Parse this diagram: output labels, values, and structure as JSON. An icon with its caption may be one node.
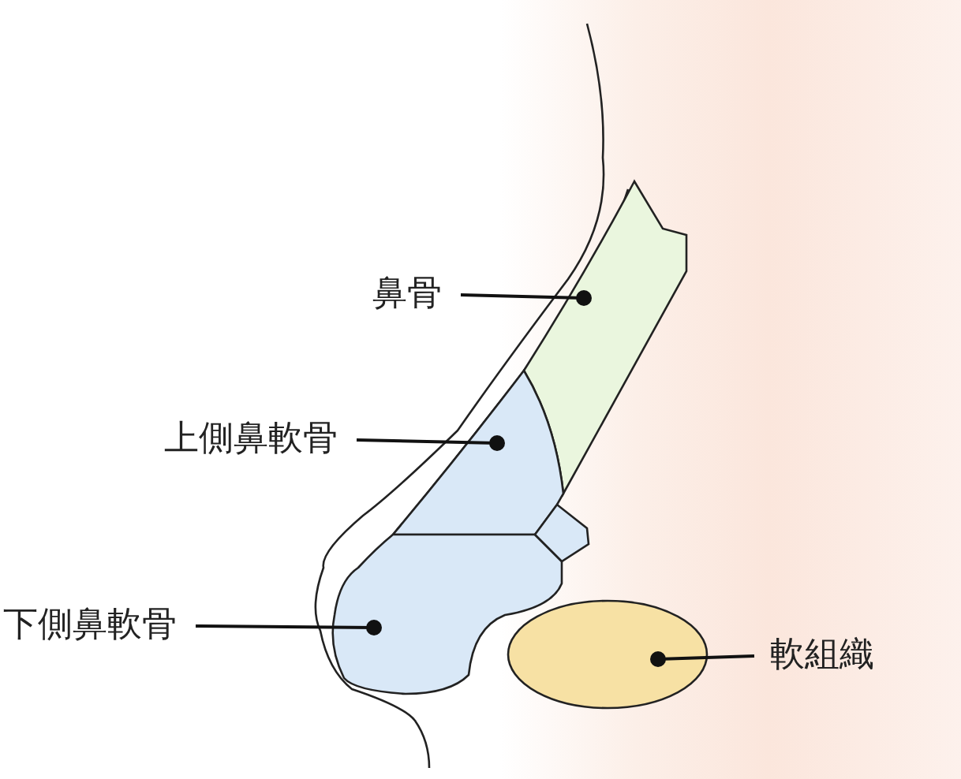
{
  "diagram": {
    "nodes": [
      {
        "text": [
          "鼻骨"
        ]
      },
      {
        "text": [],
        "shape": "polygon"
      },
      {
        "text": [
          "上側鼻軟骨"
        ]
      },
      {
        "text": [],
        "shape": "polygon"
      },
      {
        "text": [
          "下側鼻軟骨"
        ]
      },
      {
        "text": [],
        "shape": "polygon"
      },
      {
        "text": [
          "軟組織"
        ]
      },
      {
        "text": [],
        "shape": "ellipse"
      }
    ],
    "edges": [
      {
        "from": 0,
        "to": 1,
        "arrow": "other"
      },
      {
        "from": 2,
        "to": 3,
        "arrow": "other"
      },
      {
        "from": 4,
        "to": 5,
        "arrow": "other"
      },
      {
        "from": 6,
        "to": 7,
        "arrow": "other"
      }
    ]
  }
}
